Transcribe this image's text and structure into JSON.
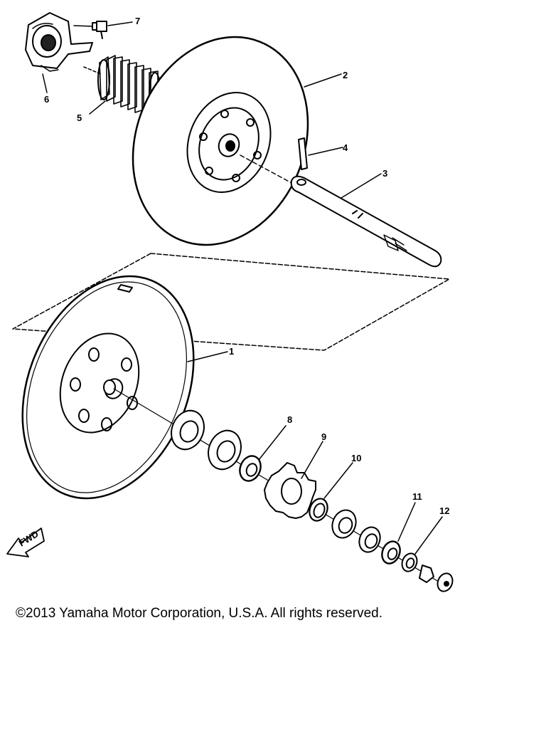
{
  "callouts": {
    "p1": "1",
    "p2": "2",
    "p3": "3",
    "p4": "4",
    "p5": "5",
    "p6": "6",
    "p7": "7",
    "p8": "8",
    "p9": "9",
    "p10": "10",
    "p11": "11",
    "p12": "12"
  },
  "fwd_label": "FWD",
  "copyright": "©2013 Yamaha Motor Corporation, U.S.A. All rights reserved."
}
